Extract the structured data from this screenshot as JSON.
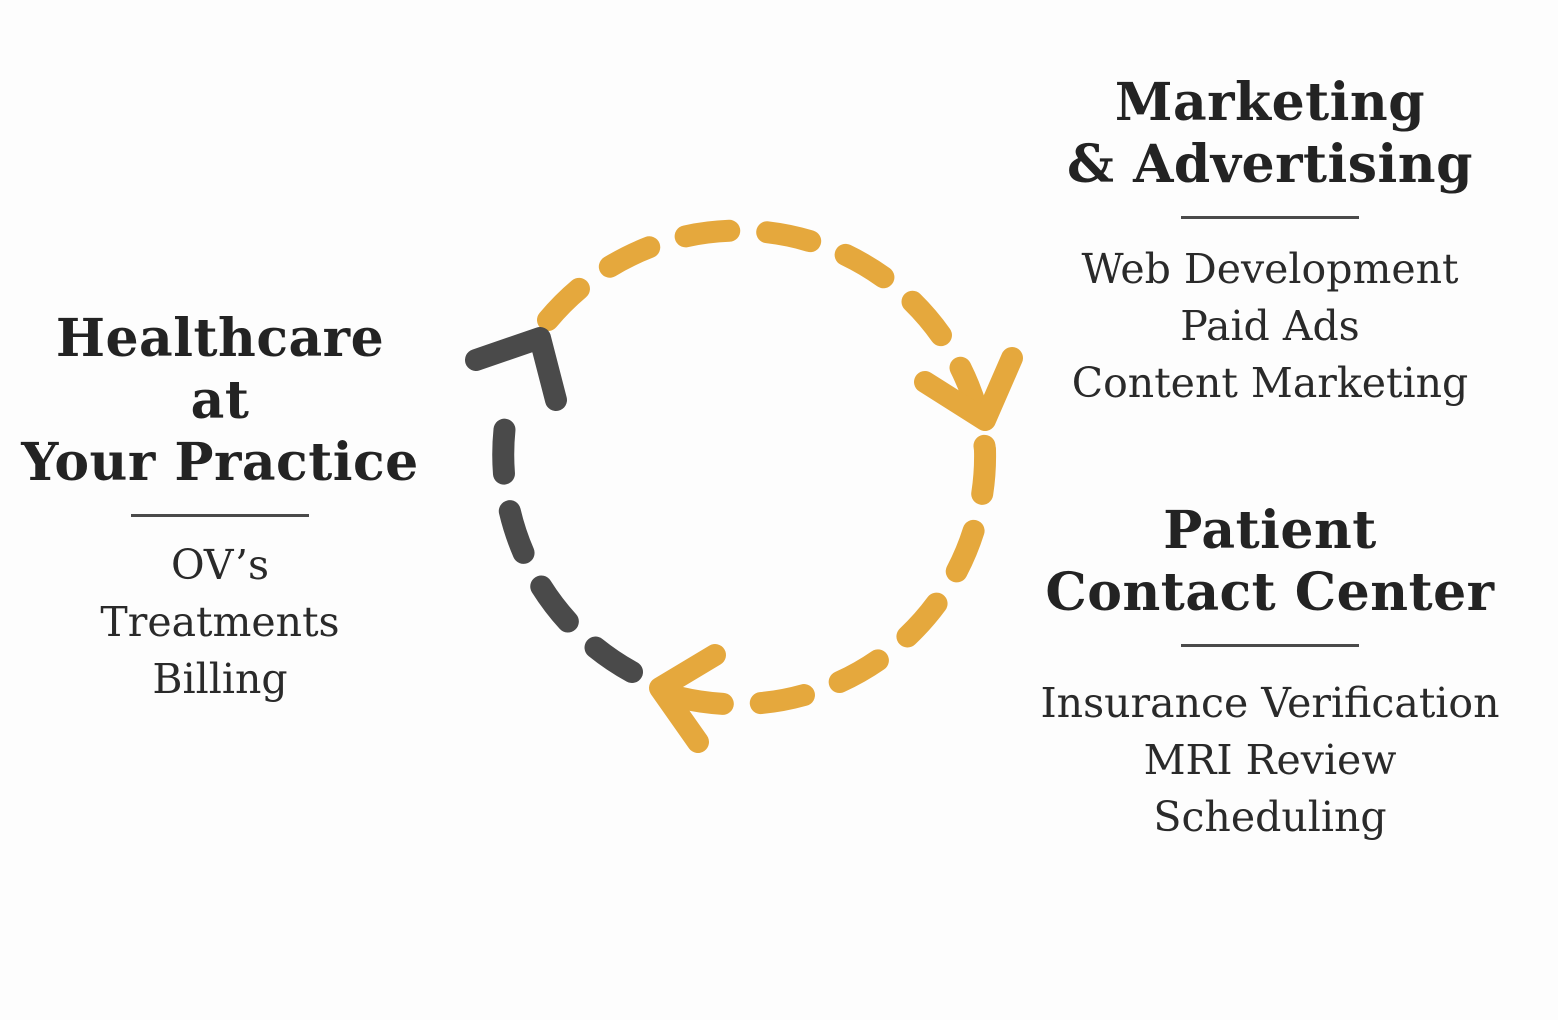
{
  "colors": {
    "accent": "#E5A83D",
    "dark": "#4A4A4A",
    "text": "#232323",
    "background": "#FDFDFD"
  },
  "healthcare": {
    "title_line1": "Healthcare at",
    "title_line2": "Your Practice",
    "items": [
      "OV’s",
      "Treatments",
      "Billing"
    ]
  },
  "marketing": {
    "title_line1": "Marketing",
    "title_line2": "& Advertising",
    "items": [
      "Web Development",
      "Paid Ads",
      "Content Marketing"
    ]
  },
  "patient": {
    "title_line1": "Patient",
    "title_line2": "Contact Center",
    "items": [
      "Insurance Verification",
      "MRI Review",
      "Scheduling"
    ]
  },
  "cycle": {
    "segments": [
      {
        "name": "marketing-arc",
        "color": "accent"
      },
      {
        "name": "patient-arc",
        "color": "accent"
      },
      {
        "name": "healthcare-arc",
        "color": "dark"
      }
    ]
  }
}
